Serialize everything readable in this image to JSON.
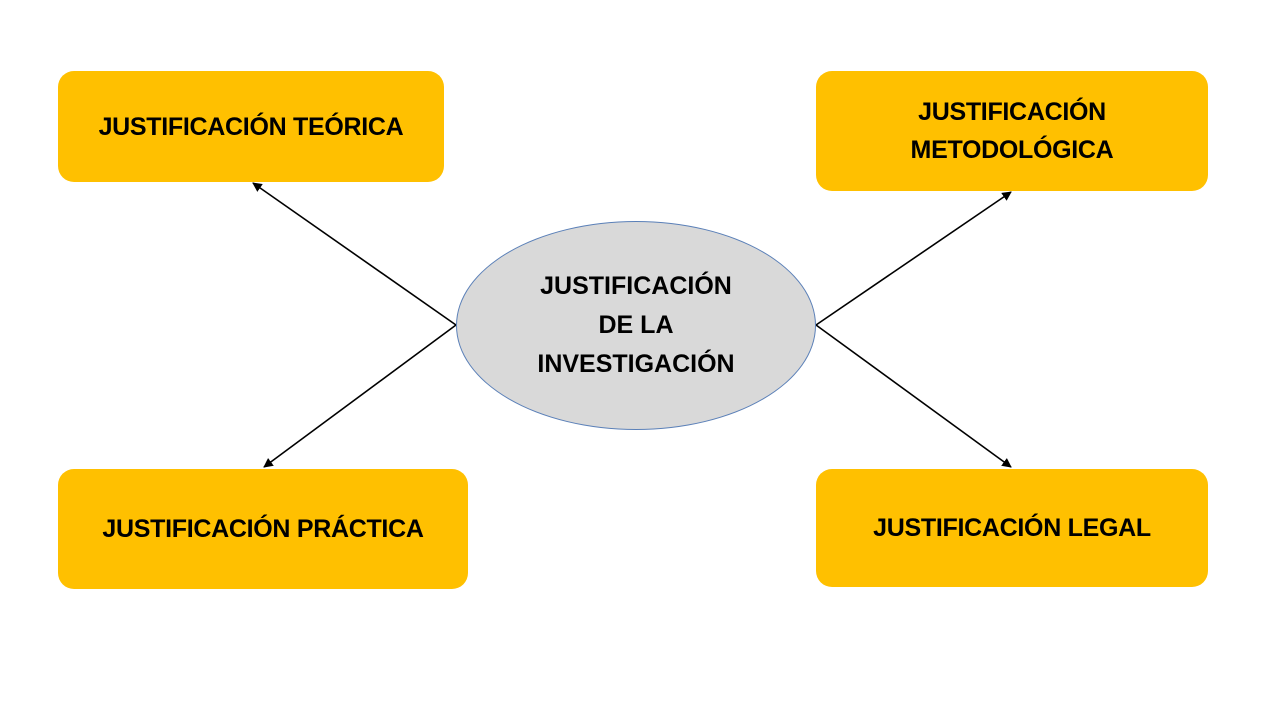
{
  "colors": {
    "box_fill": "#FFC000",
    "center_fill": "#D9D9D9",
    "center_border": "#5B80B8",
    "arrow": "#000000"
  },
  "center": {
    "label": "JUSTIFICACIÓN\nDE LA\nINVESTIGACIÓN"
  },
  "boxes": {
    "teorica": "JUSTIFICACIÓN TEÓRICA",
    "metodologica": "JUSTIFICACIÓN\nMETODOLÓGICA",
    "practica": "JUSTIFICACIÓN PRÁCTICA",
    "legal": "JUSTIFICACIÓN LEGAL"
  }
}
